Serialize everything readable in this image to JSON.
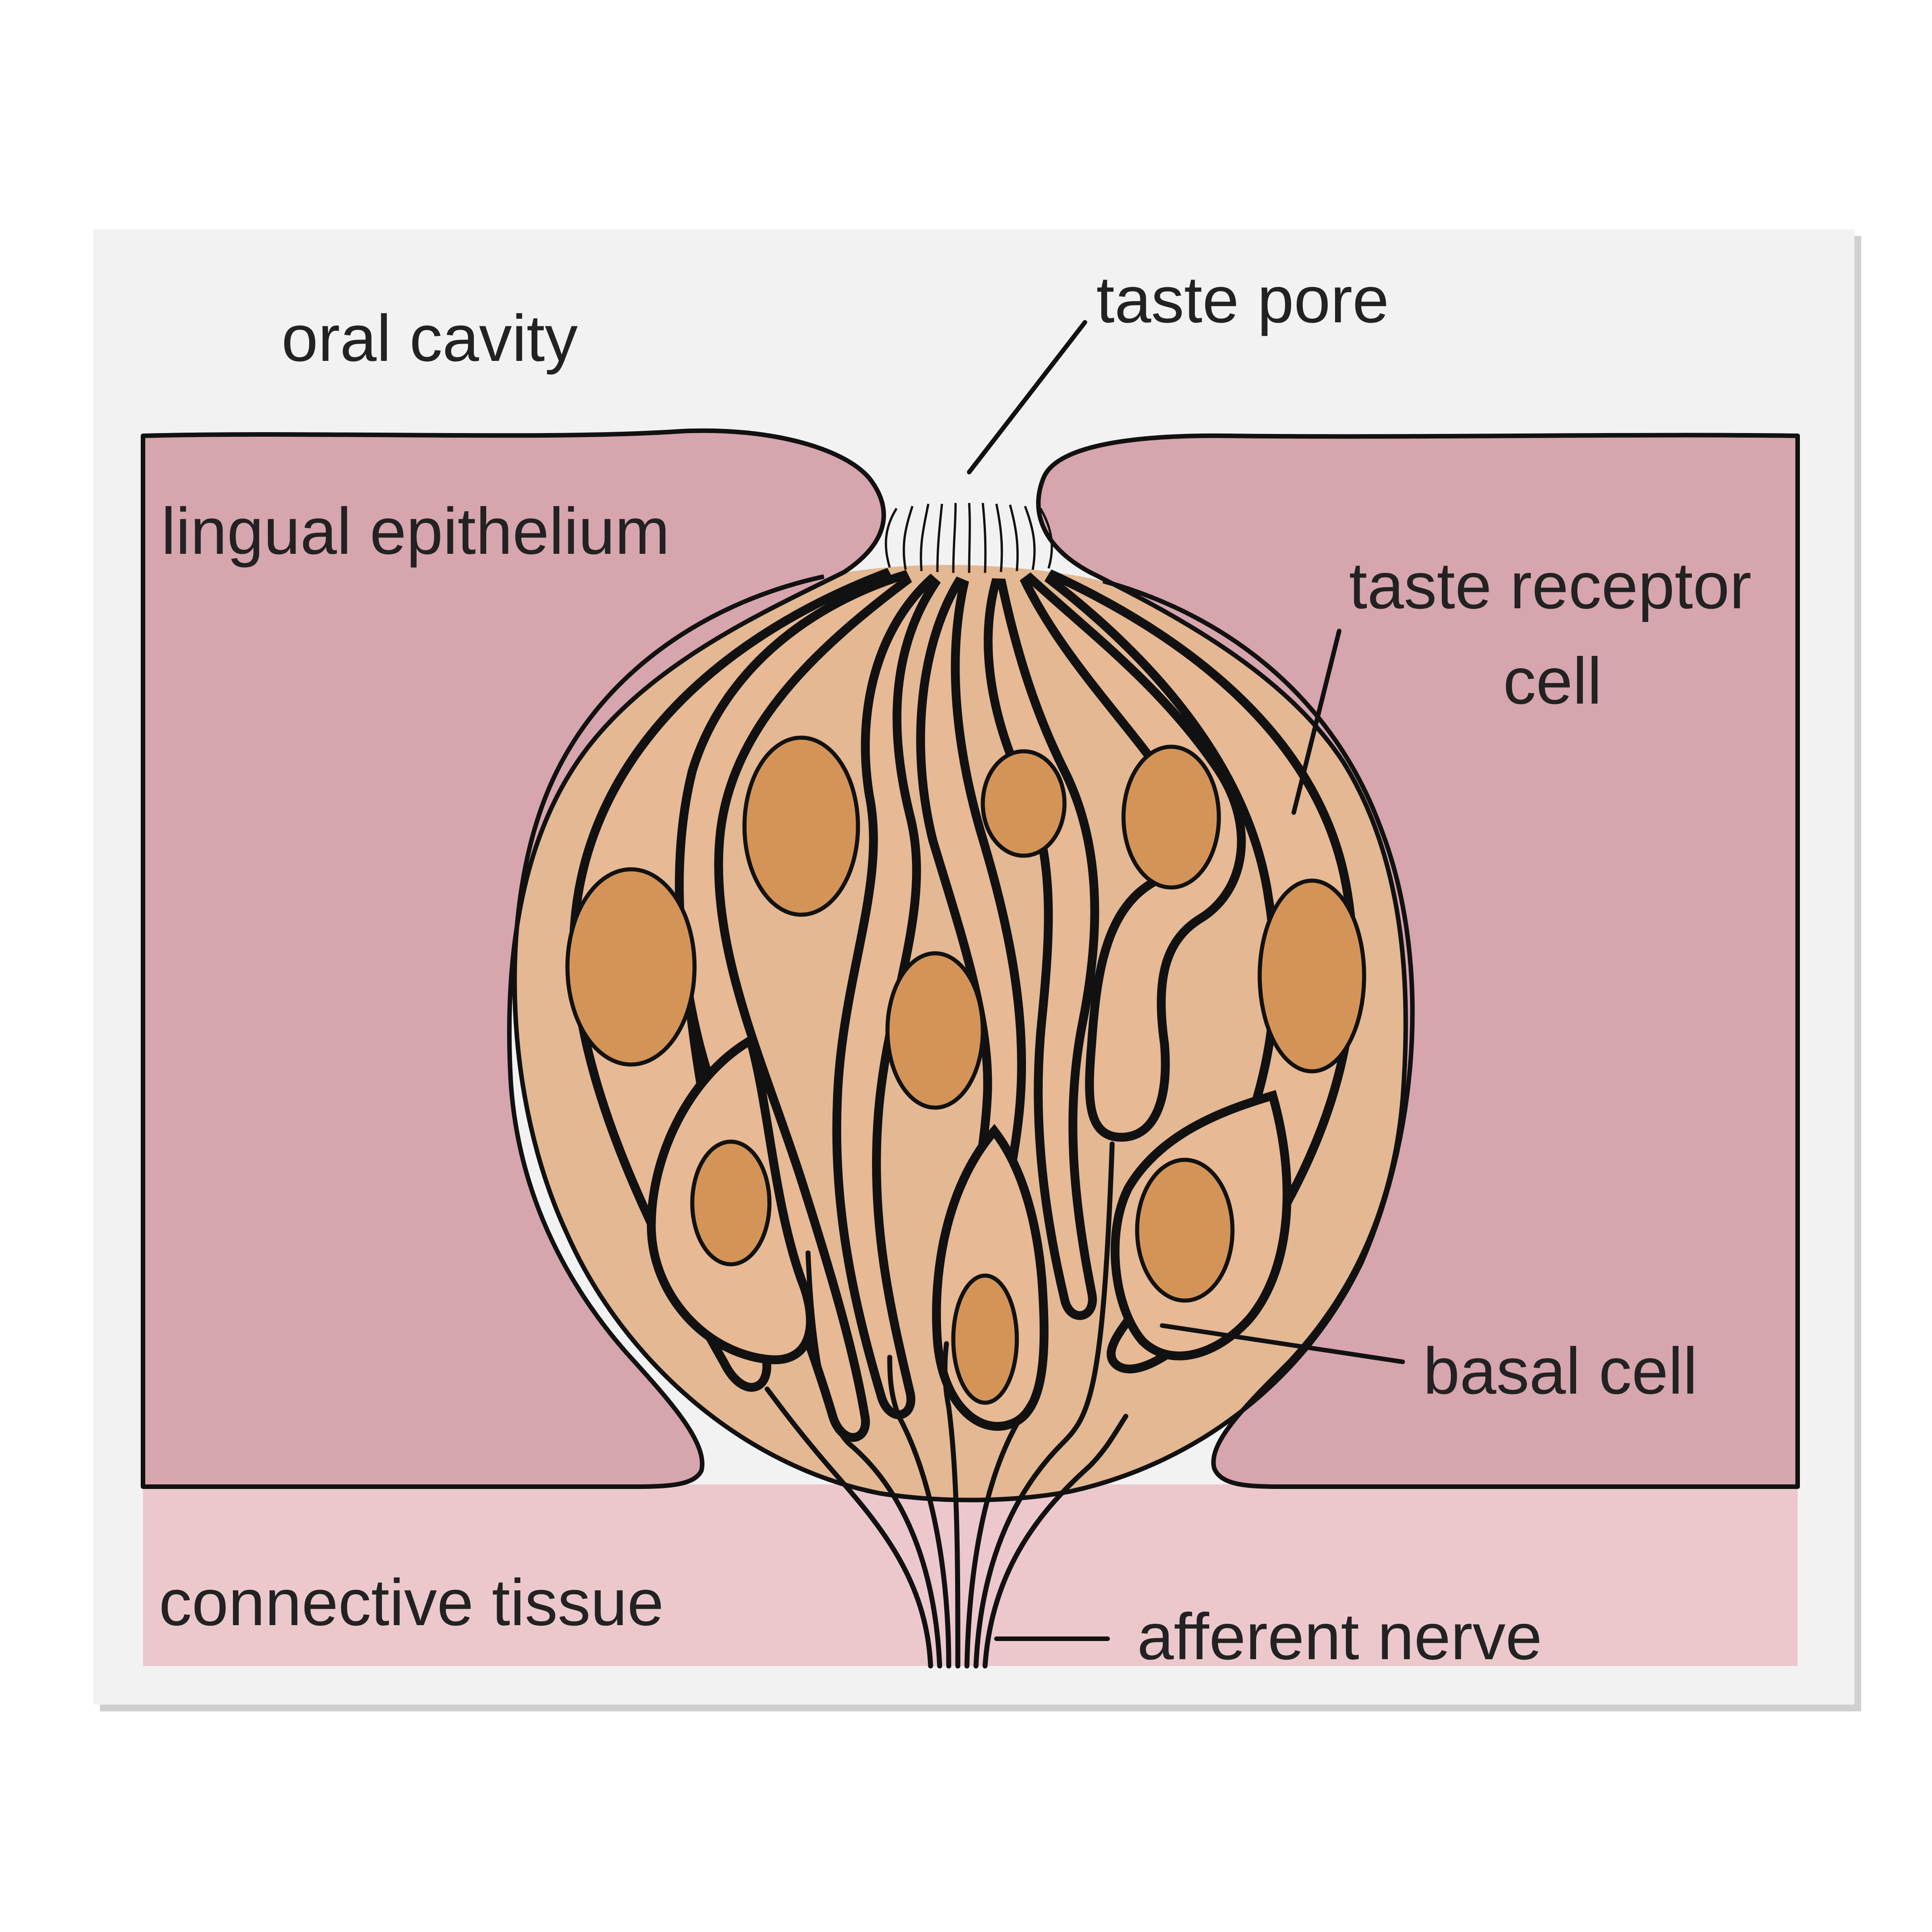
{
  "labels": {
    "oral_cavity": "oral cavity",
    "taste_pore": "taste pore",
    "lingual_epithelium": "lingual epithelium",
    "taste_receptor_cell_line1": "taste receptor",
    "taste_receptor_cell_line2": "cell",
    "basal_cell": "basal cell",
    "connective_tissue": "connective tissue",
    "afferent_nerve": "afferent nerve"
  },
  "colors": {
    "page_background": "#ffffff",
    "panel_background": "#f2f2f2",
    "oral_cavity": "#f2f2f2",
    "lingual_epithelium": "#d7a5ad",
    "connective_tissue": "#ecc8cc",
    "taste_bud": "#e3b892",
    "receptor_cell": "#e7b994",
    "nucleus": "#d49457",
    "outline": "#111111",
    "label_text": "#222222"
  }
}
